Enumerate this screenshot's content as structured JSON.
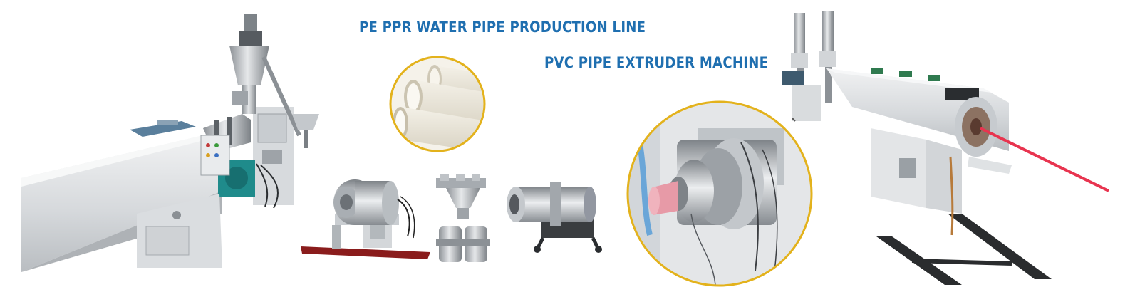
{
  "headlines": {
    "line1": "PE PPR WATER PIPE PRODUCTION LINE",
    "line2": "PVC PIPE EXTRUDER MACHINE"
  },
  "colors": {
    "headline": "#1f6fb0",
    "circle_border": "#e3b21c",
    "machine_grey": "#d9dcde",
    "machine_dark": "#6a6f74",
    "pipe_red": "#e8344f"
  },
  "images": [
    "extruder-machine-left-photo",
    "pvc-pipes-circle-photo",
    "extrusion-die-head-photo",
    "manifold-die-photo",
    "cylindrical-die-photo",
    "die-closeup-circle-photo",
    "production-line-right-photo"
  ]
}
